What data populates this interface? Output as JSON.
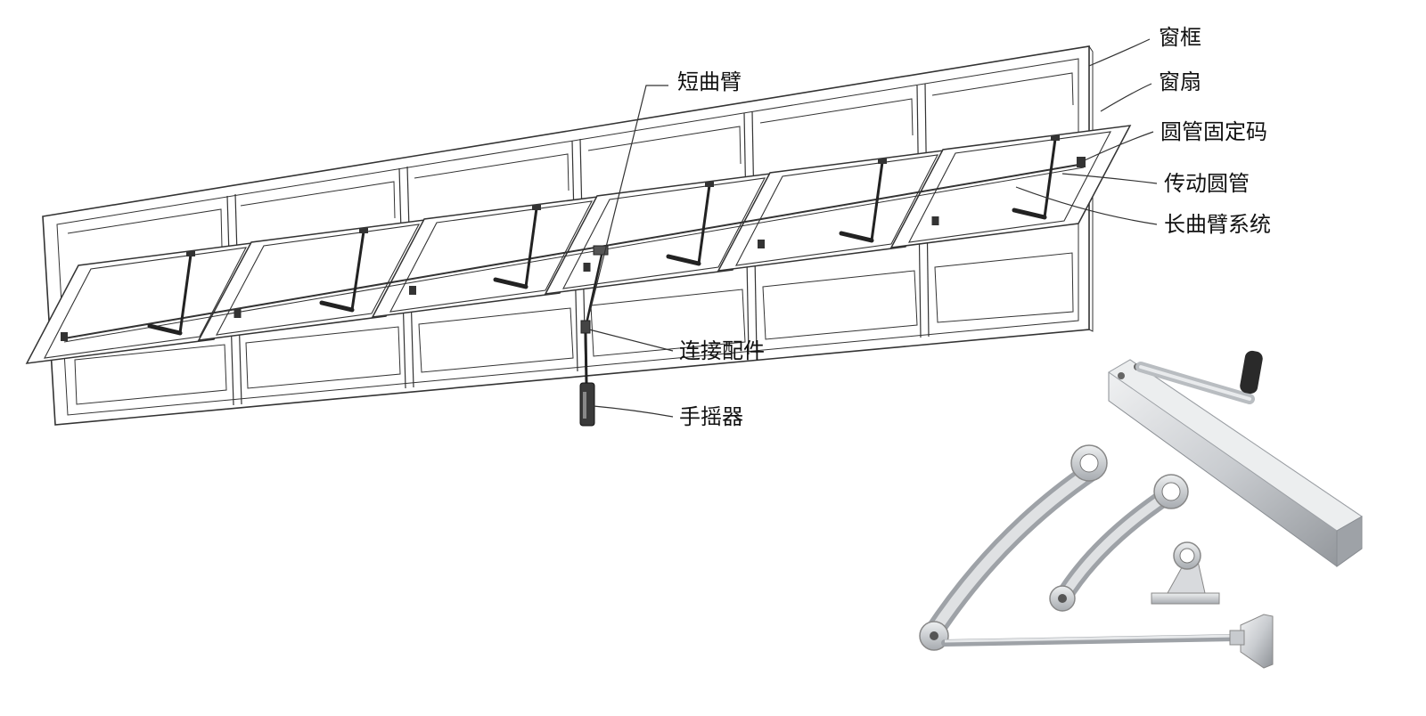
{
  "labels": {
    "window_frame": "窗框",
    "window_sash": "窗扇",
    "tube_clamp": "圆管固定码",
    "drive_tube": "传动圆管",
    "long_arm_system": "长曲臂系统",
    "short_arm": "短曲臂",
    "connector": "连接配件",
    "hand_crank": "手摇器"
  },
  "colors": {
    "line": "#333333",
    "metal_light": "#e4e6e8",
    "metal_mid": "#b9bdc1",
    "metal_dark": "#7d8186",
    "handle": "#2a2a2a"
  }
}
